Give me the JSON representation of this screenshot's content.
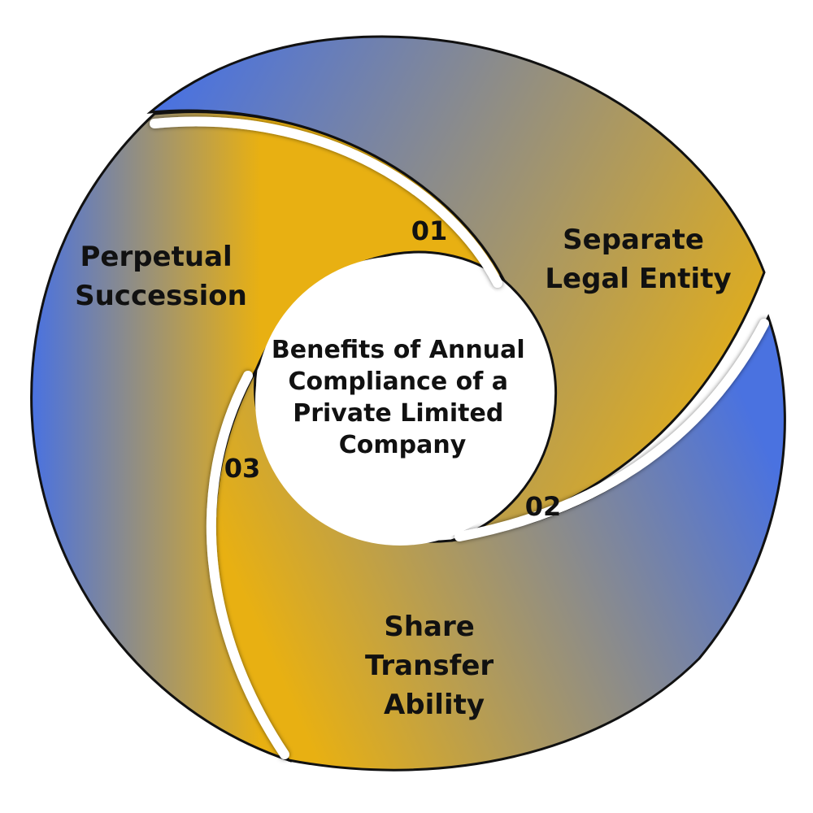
{
  "diagram": {
    "center": {
      "lines": [
        "Benefits of Annual",
        "Compliance of a",
        "Private Limited",
        "Company"
      ]
    },
    "segments": [
      {
        "number": "01",
        "title_lines": [
          "Separate",
          "Legal Entity"
        ]
      },
      {
        "number": "02",
        "title_lines": [
          "Share",
          "Transfer",
          "Ability"
        ]
      },
      {
        "number": "03",
        "title_lines": [
          "Perpetual",
          "Succession"
        ]
      }
    ],
    "colors": {
      "blue": "#4a72e0",
      "gold": "#e8b012",
      "outline": "#111111",
      "separator": "#ffffff",
      "center_fill": "#ffffff"
    }
  }
}
